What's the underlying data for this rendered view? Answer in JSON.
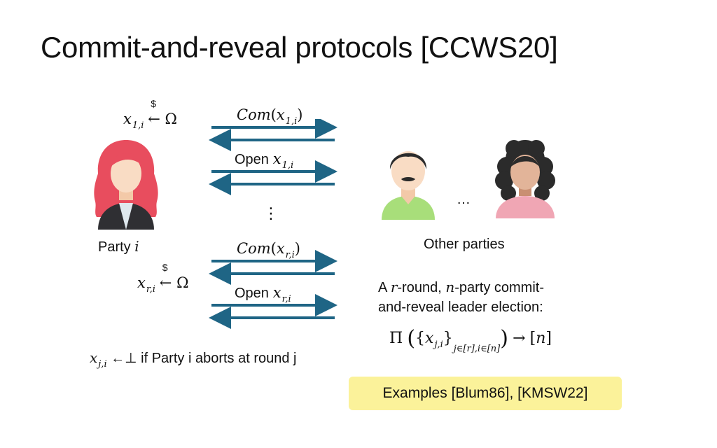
{
  "title": "Commit-and-reveal protocols [CCWS20]",
  "left": {
    "sample1": {
      "var": "x",
      "sub": "1,i",
      "op": "←",
      "sym": "Ω",
      "over": "$"
    },
    "party_label": "Party",
    "party_var": "i",
    "sample_r": {
      "var": "x",
      "sub": "r,i",
      "op": "←",
      "sym": "Ω",
      "over": "$"
    },
    "abort_var": "x",
    "abort_sub": "j,i",
    "abort_text": "←⊥ if Party i aborts at round j"
  },
  "messages": {
    "com1_fn": "Com",
    "com1_var": "x",
    "com1_sub": "1,i",
    "open1_text": "Open",
    "open1_var": "x",
    "open1_sub": "1,i",
    "vdots": "⋮",
    "comr_fn": "Com",
    "comr_var": "x",
    "comr_sub": "r,i",
    "openr_text": "Open",
    "openr_var": "x",
    "openr_sub": "r,i"
  },
  "right": {
    "ellipsis": "…",
    "others_label": "Other parties",
    "desc_line1_a": "A",
    "desc_line1_r": "r",
    "desc_line1_b": "-round,",
    "desc_line1_n": "n",
    "desc_line1_c": "-party commit-",
    "desc_line2": "and-reveal leader election:",
    "formula_pi": "Π",
    "formula_x": "x",
    "formula_sub": "j,i",
    "formula_range": "j∈[r],i∈[n]",
    "formula_arrow": "→",
    "formula_out": "[n]"
  },
  "badge_text": "Examples [Blum86], [KMSW22]",
  "colors": {
    "arrow": "#1f6585",
    "badge": "#fbf29a",
    "hair_red": "#e84d5e",
    "hair_dark": "#2b2b2b"
  }
}
